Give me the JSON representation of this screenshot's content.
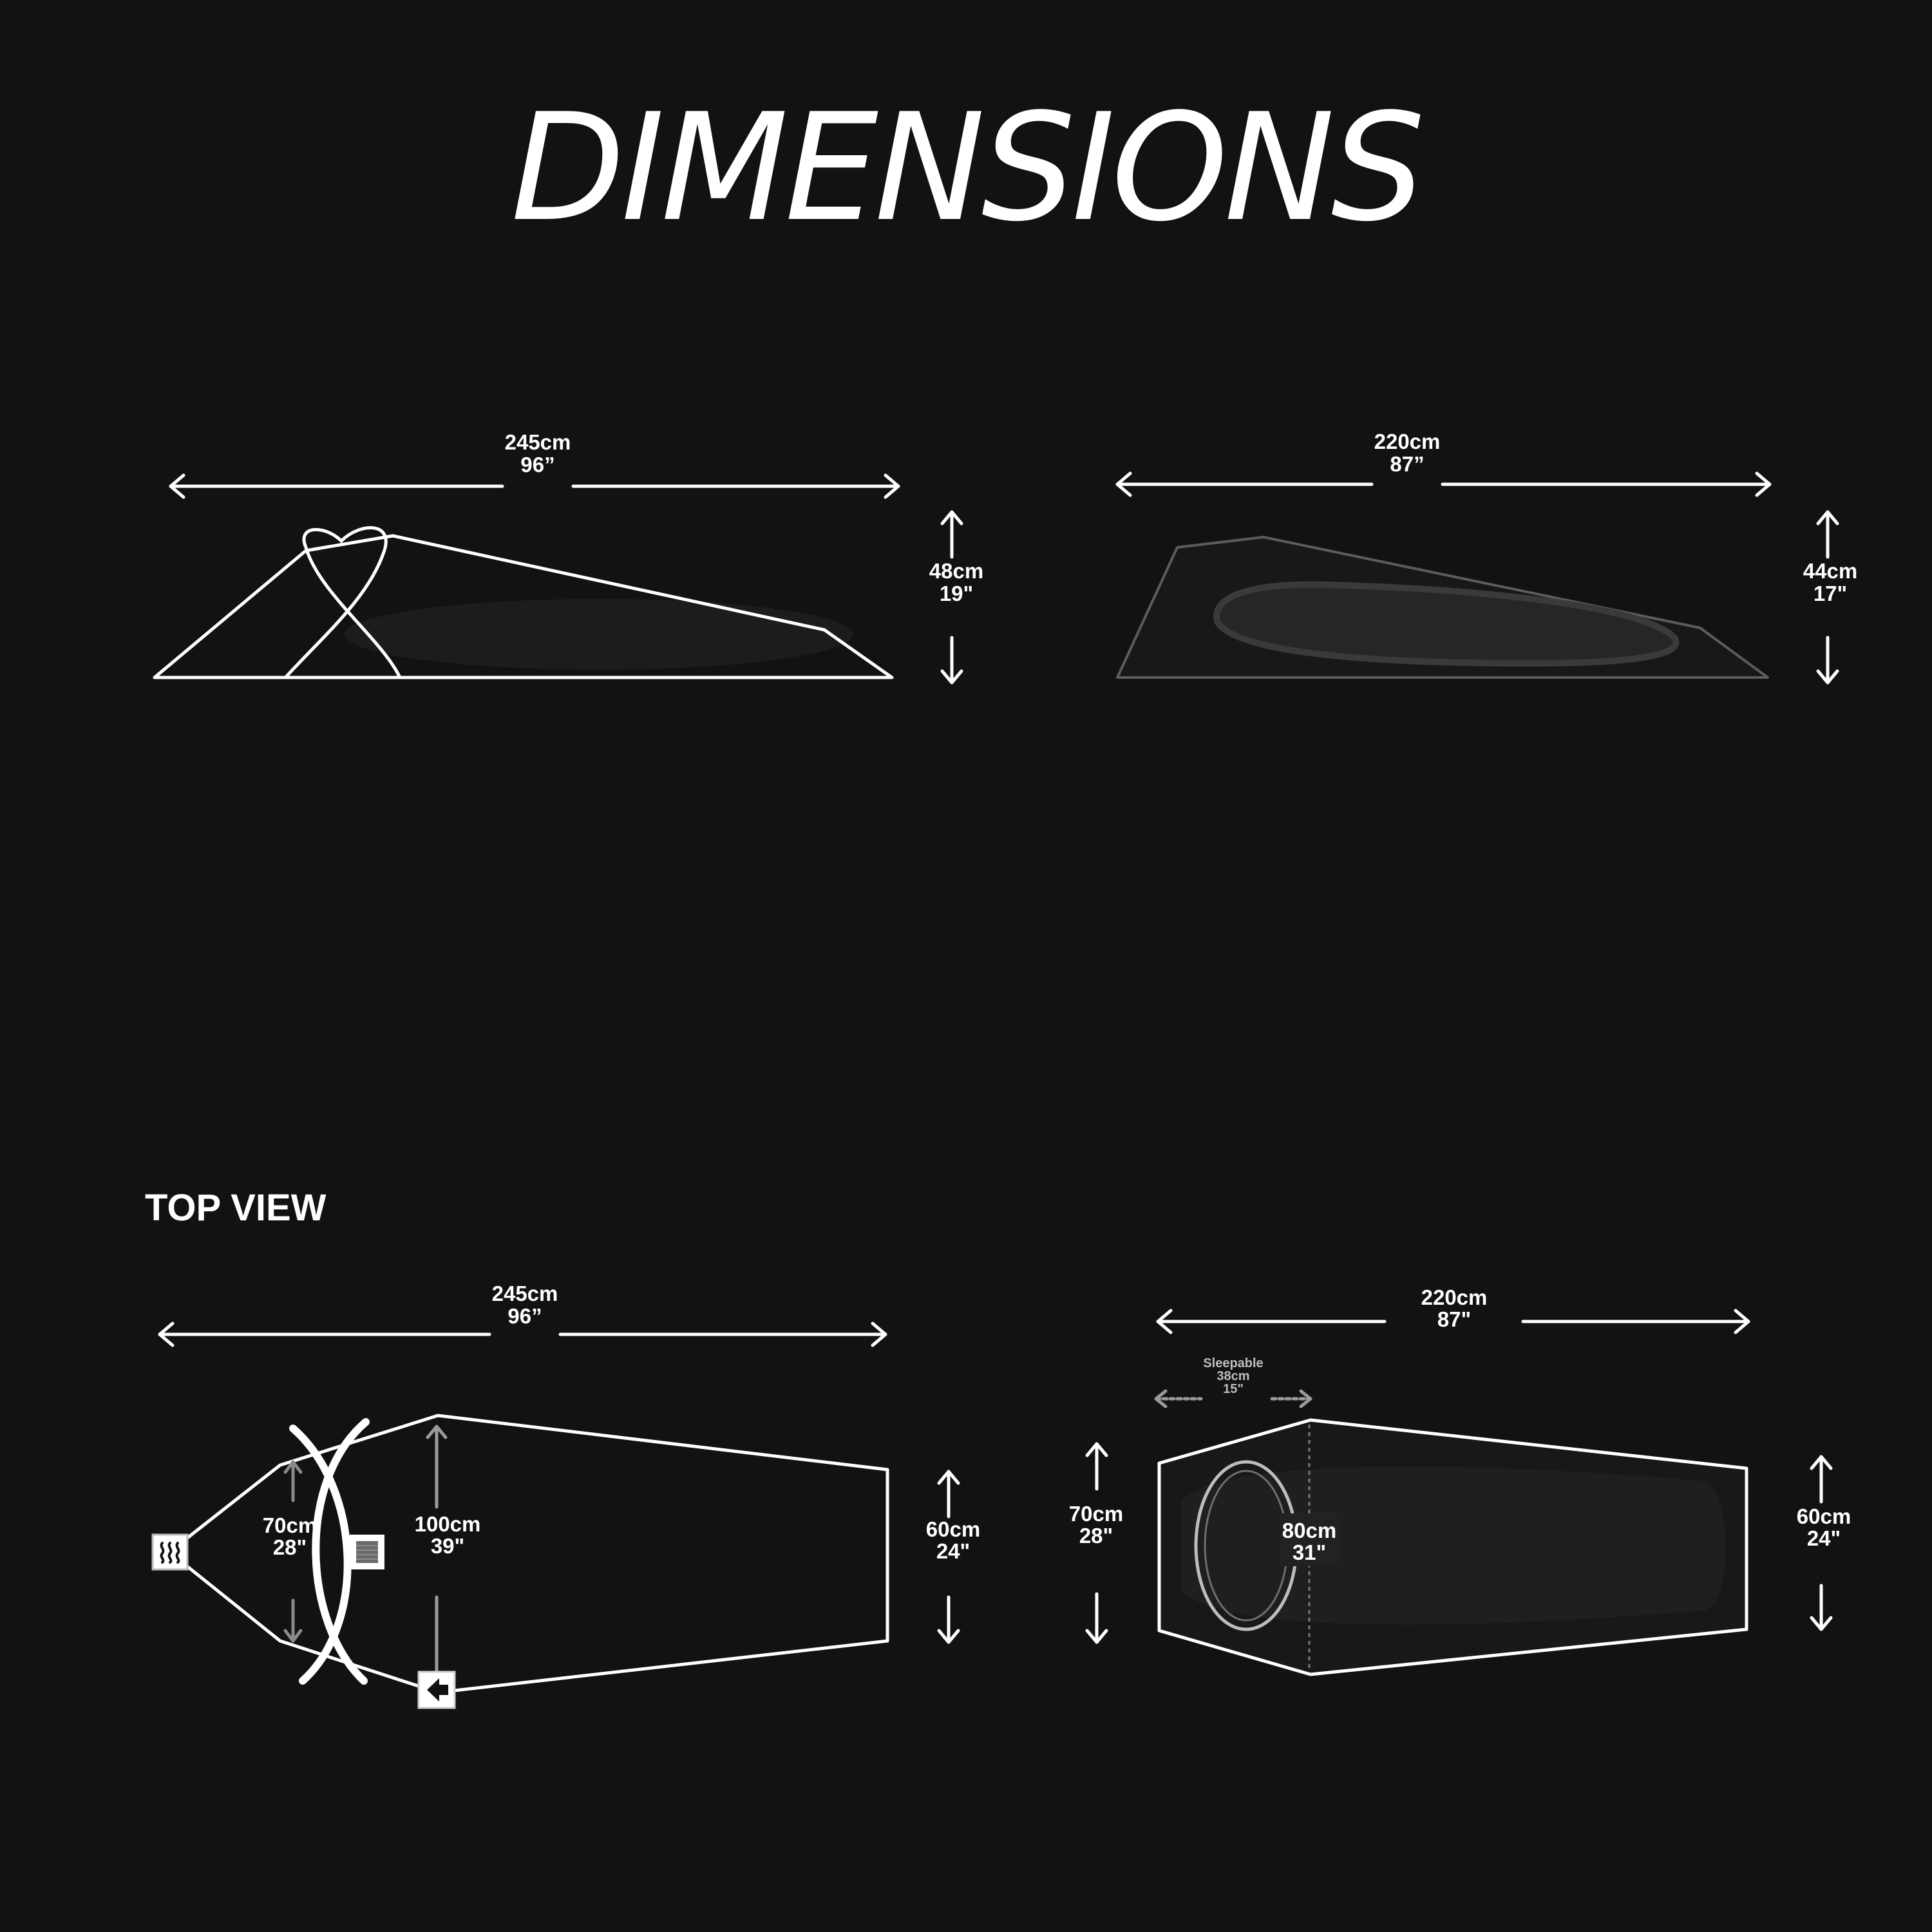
{
  "title": "DIMENSIONS",
  "section_top_view": "TOP VIEW",
  "side_left": {
    "length_cm": "245cm",
    "length_in": "96”",
    "height_cm": "48cm",
    "height_in": "19\""
  },
  "side_right": {
    "length_cm": "220cm",
    "length_in": "87”",
    "height_cm": "44cm",
    "height_in": "17\""
  },
  "top_left": {
    "length_cm": "245cm",
    "length_in": "96”",
    "inner_width_cm": "70cm",
    "inner_width_in": "28\"",
    "max_width_cm": "100cm",
    "max_width_in": "39\"",
    "foot_width_cm": "60cm",
    "foot_width_in": "24\""
  },
  "top_right": {
    "length_cm": "220cm",
    "length_in": "87\"",
    "sleepable_label": "Sleepable",
    "sleepable_cm": "38cm",
    "sleepable_in": "15\"",
    "head_width_cm": "70cm",
    "head_width_in": "28\"",
    "mid_width_cm": "80cm",
    "mid_width_in": "31\"",
    "foot_width_cm": "60cm",
    "foot_width_in": "24\""
  },
  "colors": {
    "background": "#121212",
    "line": "#ffffff",
    "muted": "#9a9a9a"
  }
}
